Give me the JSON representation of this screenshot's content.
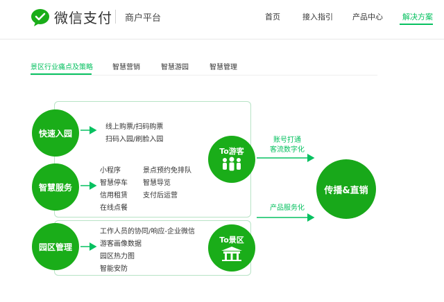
{
  "header": {
    "brand": "微信支付",
    "merchant": "商户平台",
    "nav": [
      {
        "label": "首页"
      },
      {
        "label": "接入指引"
      },
      {
        "label": "产品中心"
      },
      {
        "label": "解决方案",
        "active": true
      }
    ]
  },
  "tabs": [
    {
      "label": "景区行业痛点及策略",
      "active": true
    },
    {
      "label": "智慧营销"
    },
    {
      "label": "智慧游园"
    },
    {
      "label": "智慧管理"
    }
  ],
  "diagram": {
    "rows": [
      {
        "title": "快速入园",
        "items": [
          "线上购票/扫码购票",
          "扫码入园/刷脸入园"
        ]
      },
      {
        "title": "智慧服务",
        "items_left": [
          "小程序",
          "智慧停车",
          "信用租赁",
          "在线点餐"
        ],
        "items_right": [
          "景点预约免排队",
          "智慧导览",
          "支付后运营"
        ]
      },
      {
        "title": "园区管理",
        "items": [
          "工作人员的协同/响应-企业微信",
          "游客画像数据",
          "园区热力图",
          "智能安防"
        ]
      }
    ],
    "to_tourist": "To游客",
    "to_scenic": "To景区",
    "arrow_top_label_1": "账号打通",
    "arrow_top_label_2": "客流数字化",
    "arrow_bottom_label": "产品服务化",
    "final": "传播&直销"
  },
  "colors": {
    "accent": "#07c160",
    "circle": "#1aad19",
    "box_border": "#b7e3c5"
  }
}
